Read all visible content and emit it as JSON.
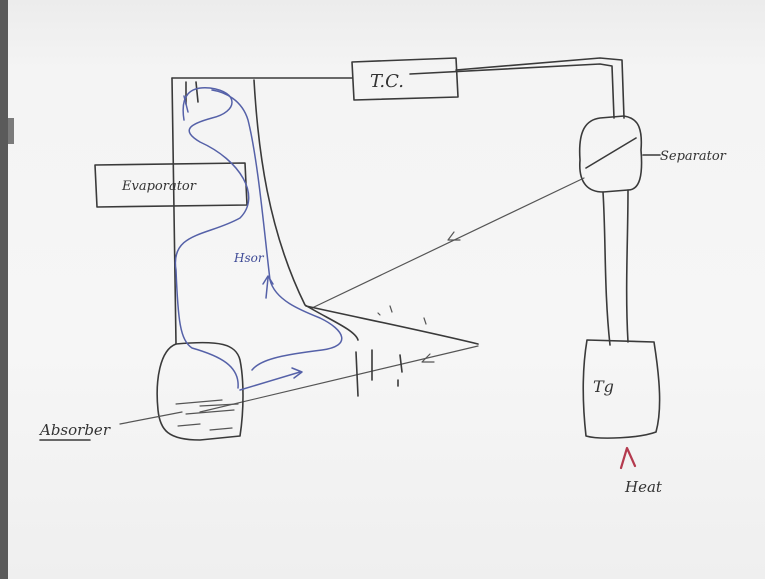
{
  "labels": {
    "tc": "T.C.",
    "evaporator": "Evaporator",
    "separator": "Separator",
    "absorber": "Absorber",
    "hsor": "Hsor",
    "tg": "Tg",
    "heat": "Heat"
  },
  "colors": {
    "ink": "#3a3a3a",
    "blue_ink": "#5561a8",
    "red_ink": "#b43a4e",
    "wall": "#444444"
  }
}
